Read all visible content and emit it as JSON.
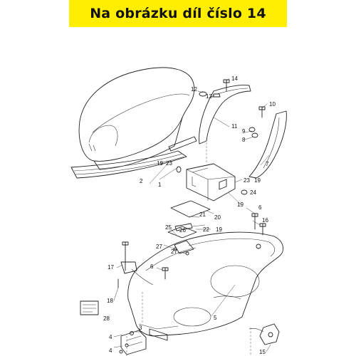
{
  "header": {
    "title": "Na obrázku díl číslo 14"
  },
  "callouts": [
    "1",
    "2",
    "3",
    "4",
    "4",
    "5",
    "6",
    "6",
    "7",
    "8",
    "9",
    "10",
    "11",
    "12",
    "13",
    "14",
    "15",
    "16",
    "17",
    "18",
    "19",
    "19",
    "19",
    "19",
    "20",
    "21",
    "22",
    "23",
    "23",
    "24",
    "25",
    "26",
    "27",
    "27",
    "28"
  ],
  "colors": {
    "banner": "#ffee00",
    "line": "#222222"
  }
}
